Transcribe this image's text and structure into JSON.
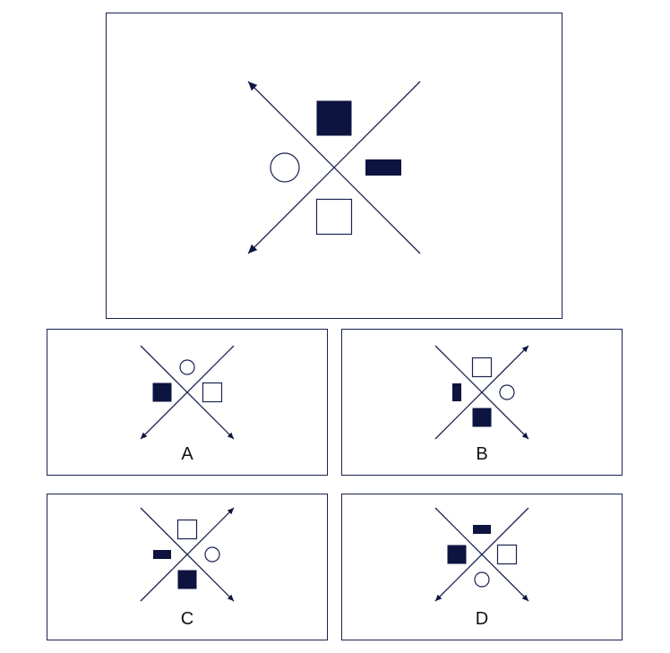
{
  "colors": {
    "stroke": "#1a2350",
    "fill": "#0d1440"
  },
  "question": {
    "arrow_heads": [
      "top-left",
      "bottom-left"
    ],
    "shapes": [
      {
        "icon": "filled-square",
        "position": "top"
      },
      {
        "icon": "filled-bar",
        "position": "right"
      },
      {
        "icon": "outline-square",
        "position": "bottom"
      },
      {
        "icon": "outline-circle",
        "position": "left"
      }
    ]
  },
  "options": [
    {
      "label": "A",
      "arrow_heads": [
        "bottom-left",
        "bottom-right"
      ],
      "shapes": [
        {
          "icon": "outline-circle",
          "position": "top"
        },
        {
          "icon": "outline-square",
          "position": "right"
        },
        {
          "icon": "filled-square",
          "position": "left"
        }
      ]
    },
    {
      "label": "B",
      "arrow_heads": [
        "top-right",
        "bottom-right"
      ],
      "shapes": [
        {
          "icon": "outline-square",
          "position": "top"
        },
        {
          "icon": "outline-circle",
          "position": "right"
        },
        {
          "icon": "filled-square",
          "position": "bottom"
        },
        {
          "icon": "filled-bar-vertical",
          "position": "left"
        }
      ]
    },
    {
      "label": "C",
      "arrow_heads": [
        "top-right",
        "bottom-right"
      ],
      "shapes": [
        {
          "icon": "outline-square",
          "position": "top"
        },
        {
          "icon": "outline-circle",
          "position": "right"
        },
        {
          "icon": "filled-square",
          "position": "bottom"
        },
        {
          "icon": "filled-bar",
          "position": "left"
        }
      ]
    },
    {
      "label": "D",
      "arrow_heads": [
        "bottom-left",
        "bottom-right"
      ],
      "shapes": [
        {
          "icon": "filled-bar",
          "position": "top"
        },
        {
          "icon": "outline-square",
          "position": "right"
        },
        {
          "icon": "outline-circle",
          "position": "bottom"
        },
        {
          "icon": "filled-square",
          "position": "left"
        }
      ]
    }
  ]
}
